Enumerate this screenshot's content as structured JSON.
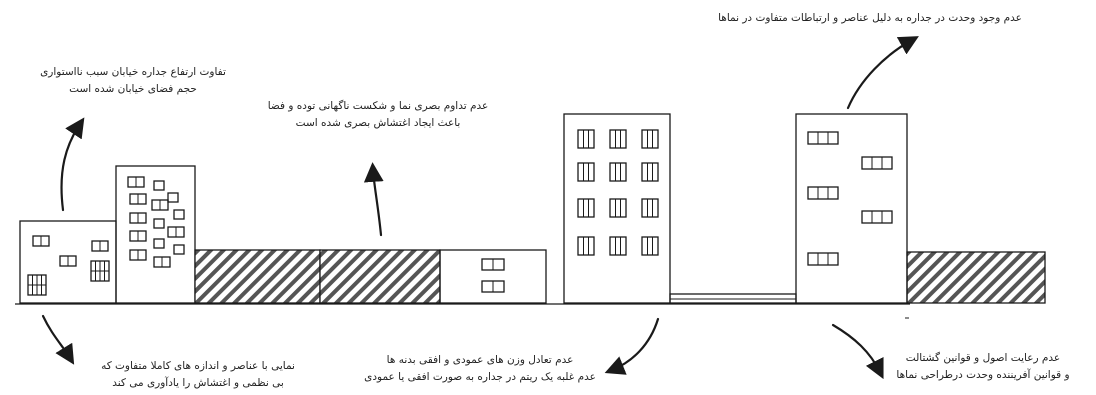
{
  "colors": {
    "ink": "#1a1a1a",
    "hatch": "#555555",
    "background": "#ffffff"
  },
  "annotations": {
    "height_difference": {
      "line1": "تفاوت ارتفاع جداره خیابان سبب نااستواری",
      "line2": "حجم فضای خیابان شده است"
    },
    "visual_continuity": {
      "line1": "عدم تداوم بصری نما و شکست ناگهانی توده و فضا",
      "line2": "باعث ایجاد اغتشاش بصری شده است"
    },
    "unity": {
      "line1": "عدم وجود وحدت در جداره به دلیل عناصر و ارتباطات متفاوت در نماها"
    },
    "different_elements": {
      "line1": "نمایی با عناصر و اندازه های کاملا متفاوت که",
      "line2": "بی نظمی و اغتشاش را یادآوری می کند"
    },
    "balance": {
      "line1": "عدم تعادل وزن های عمودی و افقی بدنه ها",
      "line2": "عدم غلبه یک ریتم در جداره به صورت افقی یا عمودی"
    },
    "gestalt": {
      "line1": "عدم رعایت اصول و قوانین گشتالت",
      "line2": "و قوانین آفریننده وحدت درطراحی نماها"
    }
  }
}
